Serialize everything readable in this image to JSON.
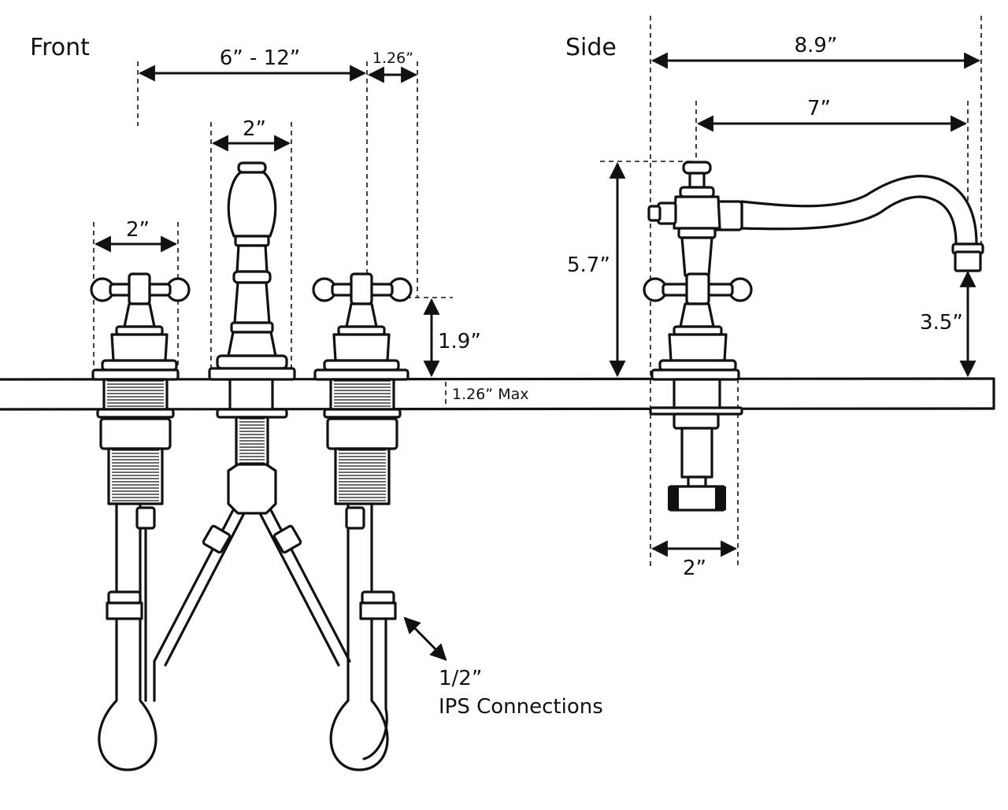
{
  "views": {
    "front": "Front",
    "side": "Side"
  },
  "front_dims": {
    "spread": "6” - 12”",
    "handle_offset": "1.26”",
    "spout_width": "2”",
    "handle_width": "2”",
    "handle_height": "1.9”",
    "deck_max": "1.26” Max"
  },
  "side_dims": {
    "overall_depth": "8.9”",
    "spout_reach": "7”",
    "overall_height": "5.7”",
    "spout_clearance": "3.5”",
    "base_width": "2”"
  },
  "connections": {
    "size": "1/2”",
    "type": "IPS Connections"
  }
}
